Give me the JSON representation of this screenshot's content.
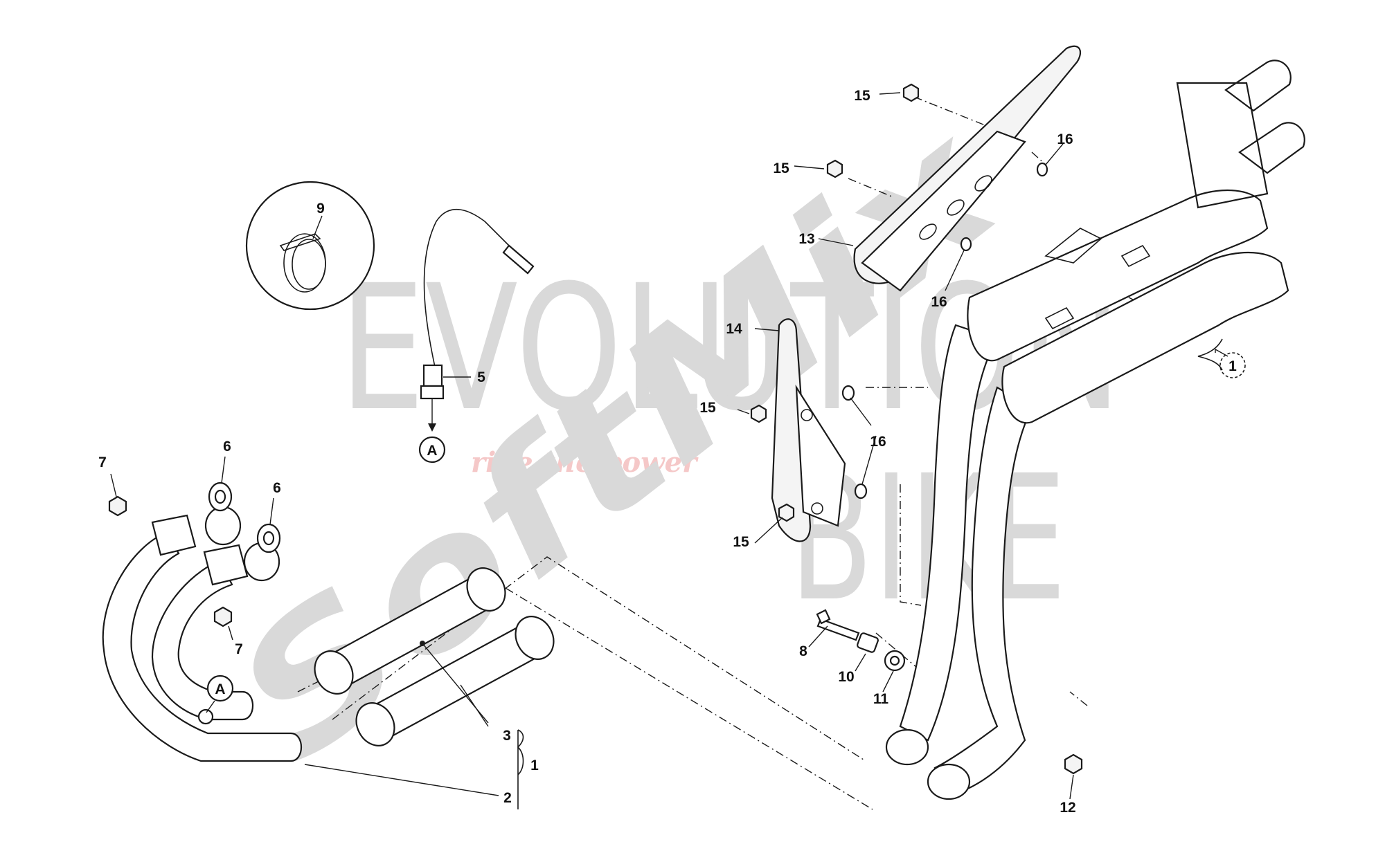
{
  "watermark": {
    "top": "EVOLUTION",
    "bottom": "BIKE",
    "tagline": "ride the power",
    "stamp": "SoftMix"
  },
  "callouts": {
    "c1_side": "1",
    "c1_circled": "1",
    "c2": "2",
    "c3": "3",
    "c5": "5",
    "c6_a": "6",
    "c6_b": "6",
    "c7_a": "7",
    "c7_b": "7",
    "c8": "8",
    "c9": "9",
    "c10": "10",
    "c11": "11",
    "c12": "12",
    "c13": "13",
    "c14": "14",
    "c15_a": "15",
    "c15_b": "15",
    "c15_c": "15",
    "c15_d": "15",
    "c16_a": "16",
    "c16_b": "16",
    "c16_c": "16",
    "ref_a_top": "A",
    "ref_a_pipe": "A"
  }
}
